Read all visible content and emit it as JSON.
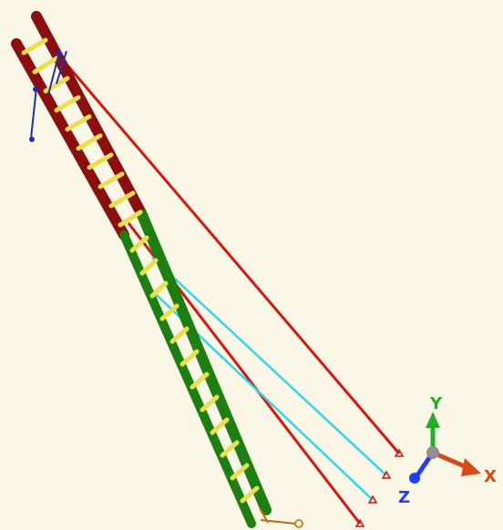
{
  "viewport": {
    "background": "#fbf7e7"
  },
  "model": {
    "ladder_upper_color": "#8b0f0f",
    "ladder_lower_color": "#1d7f12",
    "rung_color": "#e9e04a",
    "cable_red_color": "#d8150f",
    "cable_cyan_color": "#2fd7e7",
    "force_marker_color": "#1e2fb5",
    "support_marker_color": "#d8150f",
    "hinge_marker_color": "#c36a0b"
  },
  "axes": {
    "x_label": "X",
    "y_label": "Y",
    "z_label": "Z",
    "x_color": "#d54a16",
    "y_color": "#1eb02b",
    "z_color": "#1f3cff",
    "hub_color": "#8f8f8f"
  }
}
